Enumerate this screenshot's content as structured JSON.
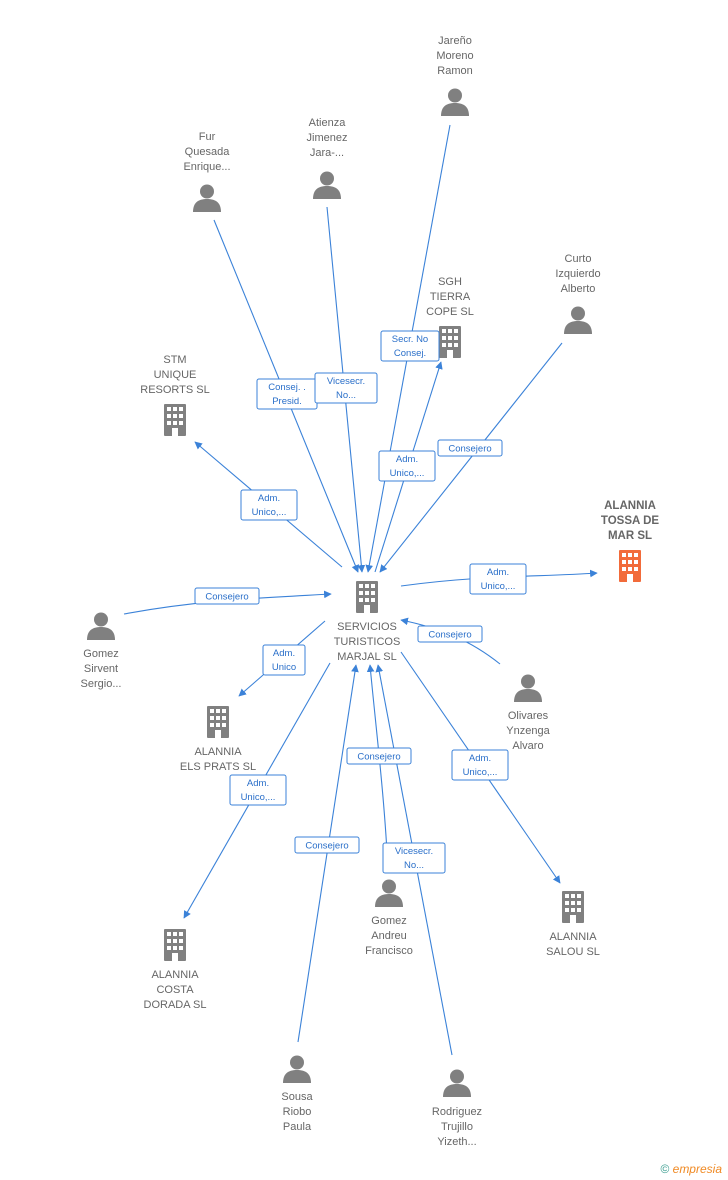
{
  "colors": {
    "edge": "#3b82d8",
    "company": "#808080",
    "company_highlight": "#f26b3a",
    "person": "#808080"
  },
  "nodes": [
    {
      "id": "center",
      "type": "company",
      "icon": "building-icon",
      "label": [
        "SERVICIOS",
        "TURISTICOS",
        "MARJAL SL"
      ]
    },
    {
      "id": "alannia_tossa",
      "type": "company",
      "highlight": true,
      "icon": "building-icon",
      "label": [
        "ALANNIA",
        "TOSSA DE",
        "MAR SL"
      ]
    },
    {
      "id": "stm",
      "type": "company",
      "icon": "building-icon",
      "label": [
        "STM",
        "UNIQUE",
        "RESORTS SL"
      ]
    },
    {
      "id": "sgh",
      "type": "company",
      "icon": "building-icon",
      "label": [
        "SGH",
        "TIERRA",
        "COPE SL"
      ]
    },
    {
      "id": "els_prats",
      "type": "company",
      "icon": "building-icon",
      "label": [
        "ALANNIA",
        "ELS PRATS SL"
      ]
    },
    {
      "id": "costa",
      "type": "company",
      "icon": "building-icon",
      "label": [
        "ALANNIA",
        "COSTA",
        "DORADA SL"
      ]
    },
    {
      "id": "salou",
      "type": "company",
      "icon": "building-icon",
      "label": [
        "ALANNIA",
        "SALOU SL"
      ]
    },
    {
      "id": "fur",
      "type": "person",
      "icon": "person-icon",
      "label": [
        "Fur",
        "Quesada",
        "Enrique..."
      ]
    },
    {
      "id": "atienza",
      "type": "person",
      "icon": "person-icon",
      "label": [
        "Atienza",
        "Jimenez",
        "Jara-..."
      ]
    },
    {
      "id": "jareno",
      "type": "person",
      "icon": "person-icon",
      "label": [
        "Jareño",
        "Moreno",
        "Ramon"
      ]
    },
    {
      "id": "curto",
      "type": "person",
      "icon": "person-icon",
      "label": [
        "Curto",
        "Izquierdo",
        "Alberto"
      ]
    },
    {
      "id": "gomez_s",
      "type": "person",
      "icon": "person-icon",
      "label": [
        "Gomez",
        "Sirvent",
        "Sergio..."
      ]
    },
    {
      "id": "olivares",
      "type": "person",
      "icon": "person-icon",
      "label": [
        "Olivares",
        "Ynzenga",
        "Alvaro"
      ]
    },
    {
      "id": "gomez_a",
      "type": "person",
      "icon": "person-icon",
      "label": [
        "Gomez",
        "Andreu",
        "Francisco"
      ]
    },
    {
      "id": "sousa",
      "type": "person",
      "icon": "person-icon",
      "label": [
        "Sousa",
        "Riobo",
        "Paula"
      ]
    },
    {
      "id": "rodriguez",
      "type": "person",
      "icon": "person-icon",
      "label": [
        "Rodriguez",
        "Trujillo",
        "Yizeth..."
      ]
    }
  ],
  "edges": [
    {
      "from": "fur",
      "to": "center",
      "label": [
        "Consej. .",
        "Presid."
      ]
    },
    {
      "from": "atienza",
      "to": "center",
      "label": [
        "Vicesecr.",
        "No..."
      ]
    },
    {
      "from": "jareno",
      "to": "center",
      "label": [
        "Secr. No",
        "Consej."
      ]
    },
    {
      "from": "center",
      "to": "sgh",
      "label": [
        "Adm.",
        "Unico,..."
      ]
    },
    {
      "from": "curto",
      "to": "center",
      "label": [
        "Consejero"
      ]
    },
    {
      "from": "center",
      "to": "stm",
      "label": [
        "Adm.",
        "Unico,..."
      ]
    },
    {
      "from": "center",
      "to": "alannia_tossa",
      "label": [
        "Adm.",
        "Unico,..."
      ]
    },
    {
      "from": "gomez_s",
      "to": "center",
      "label": [
        "Consejero"
      ]
    },
    {
      "from": "olivares",
      "to": "center",
      "label": [
        "Consejero"
      ]
    },
    {
      "from": "center",
      "to": "els_prats",
      "label": [
        "Adm.",
        "Unico"
      ]
    },
    {
      "from": "center",
      "to": "costa",
      "label": [
        "Adm.",
        "Unico,..."
      ]
    },
    {
      "from": "gomez_a",
      "to": "center",
      "label": [
        "Consejero"
      ]
    },
    {
      "from": "sousa",
      "to": "center",
      "label": [
        "Consejero"
      ]
    },
    {
      "from": "rodriguez",
      "to": "center",
      "label": [
        "Vicesecr.",
        "No..."
      ]
    },
    {
      "from": "center",
      "to": "salou",
      "label": [
        "Adm.",
        "Unico,..."
      ]
    }
  ],
  "watermark": {
    "copyright": "©",
    "brand": "mpresia",
    "brand_initial": "e"
  }
}
